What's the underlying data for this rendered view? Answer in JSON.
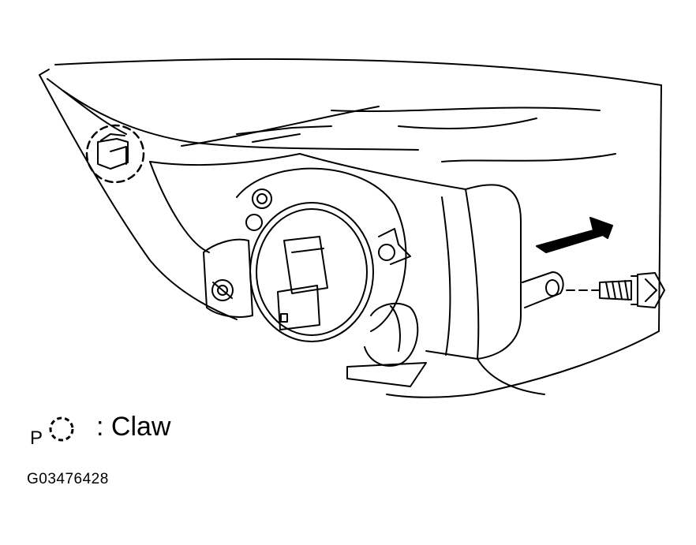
{
  "legend": {
    "letter": "P",
    "symbol": "dashed-circle-icon",
    "text": ": Claw"
  },
  "figure_id": "G03476428",
  "colors": {
    "ink": "#000000",
    "paper": "#ffffff"
  }
}
